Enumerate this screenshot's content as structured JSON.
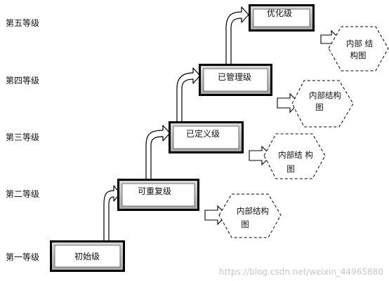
{
  "levels": [
    "第五等级",
    "第四等级",
    "第三等级",
    "第二等级",
    "第一等级"
  ],
  "stages": [
    "初始级",
    "可重复级",
    "已定义级",
    "已管理级",
    "优化级"
  ],
  "structure": [
    [
      "内部 结",
      "构图"
    ],
    [
      "内部结构",
      "图"
    ],
    [
      "内部结 构",
      "图"
    ],
    [
      "内部结构",
      "图"
    ]
  ],
  "watermark": "https://blog.csdn.net/weixin_44965880"
}
